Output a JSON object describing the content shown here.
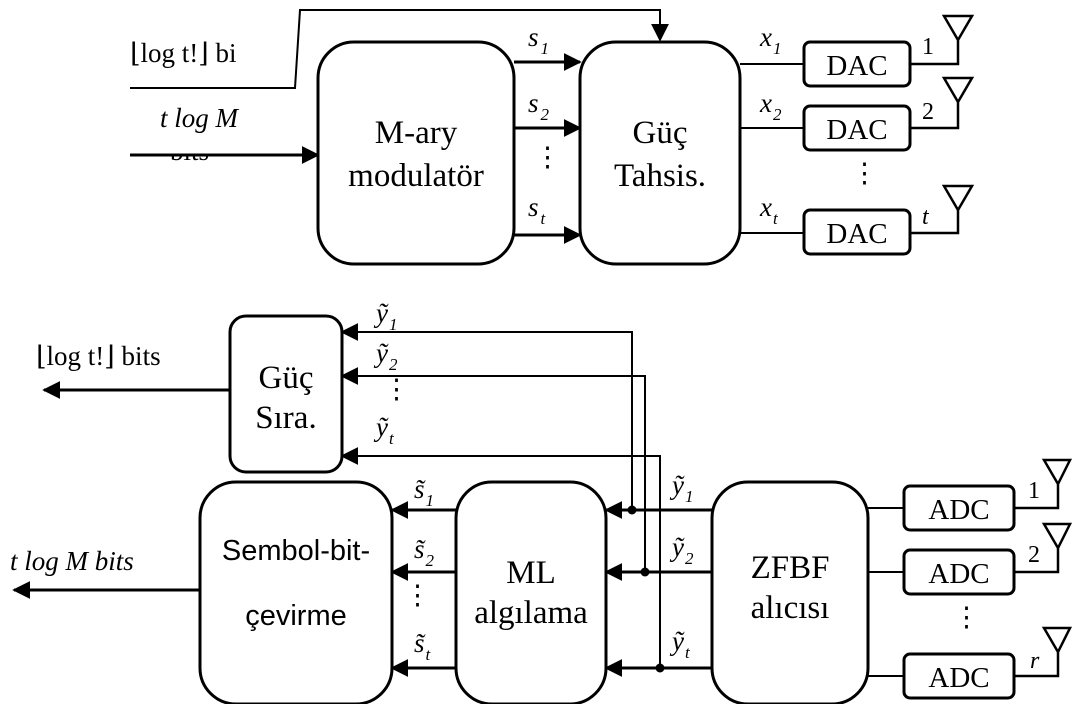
{
  "transmitter": {
    "input_perm_bits": "⌊log t!⌋ bi",
    "input_data_bits": "t log M",
    "input_data_bits_clipped": "bits",
    "modulator": [
      "M-ary",
      "modulatör"
    ],
    "power_alloc": [
      "Güç",
      "Tahsis."
    ],
    "symbols": [
      "s",
      "s",
      "s"
    ],
    "symbol_subs": [
      "1",
      "2",
      "t"
    ],
    "tx_signals": [
      "x",
      "x",
      "x"
    ],
    "tx_subs": [
      "1",
      "2",
      "t"
    ],
    "dac_label": "DAC",
    "antenna_labels": [
      "1",
      "2",
      "t"
    ],
    "vdots": "⋮"
  },
  "receiver": {
    "power_order": [
      "Güç",
      "Sıra."
    ],
    "output_perm_bits": "⌊log t!⌋ bits",
    "output_data_bits": "t log M bits",
    "symbol_to_bit": [
      "Sembol-bit-",
      "çevirme"
    ],
    "ml_detection": [
      "ML",
      "algılama"
    ],
    "zfbf_receiver": [
      "ZFBF",
      "alıcısı"
    ],
    "adc_label": "ADC",
    "antenna_labels": [
      "1",
      "2",
      "r"
    ],
    "y_tilde": "ỹ",
    "y_subs": [
      "1",
      "2",
      "t"
    ],
    "s_tilde": "s̃",
    "s_subs": [
      "1",
      "2",
      "t"
    ],
    "vdots": "⋮"
  }
}
